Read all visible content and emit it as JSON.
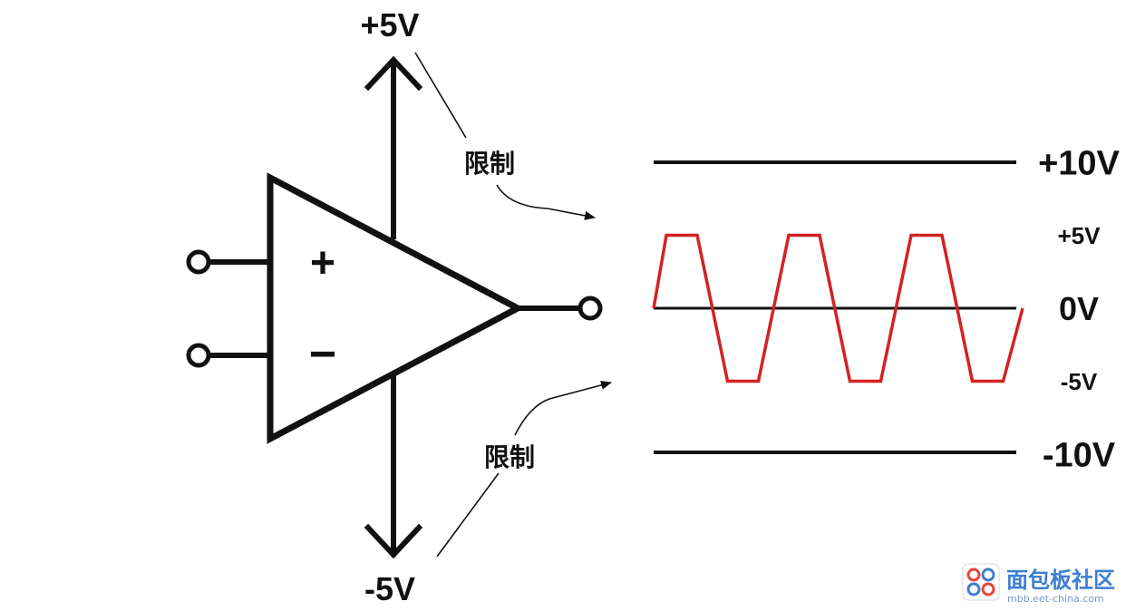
{
  "opamp": {
    "supply_positive_label": "+5V",
    "supply_negative_label": "-5V",
    "plus_sign": "+",
    "minus_sign": "−",
    "limit_label_top": "限制",
    "limit_label_bottom": "限制"
  },
  "waveform": {
    "levels": [
      {
        "label": "+10V",
        "value": 10
      },
      {
        "label": "+5V",
        "value": 5
      },
      {
        "label": "0V",
        "value": 0
      },
      {
        "label": "-5V",
        "value": -5
      },
      {
        "label": "-10V",
        "value": -10
      }
    ],
    "clip_level": 5,
    "cycles": 3,
    "signal_color": "#d42222",
    "rail_color": "#111111"
  },
  "watermark": {
    "text": "面包板社区",
    "subtext": "mbb.eet-china.com",
    "color": "#3d7fd1",
    "accent_color": "#e8453c"
  },
  "colors": {
    "line": "#111111",
    "background": "#ffffff"
  }
}
